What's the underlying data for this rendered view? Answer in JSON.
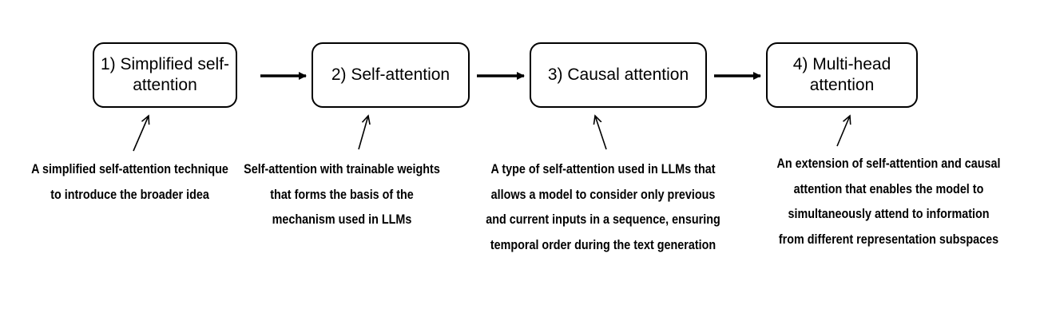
{
  "stages": [
    {
      "label": "1) Simplified self-attention",
      "description": "A simplified self-attention technique to introduce the broader idea"
    },
    {
      "label": "2) Self-attention",
      "description": "Self-attention with trainable weights that forms the basis of the mechanism used in LLMs"
    },
    {
      "label": "3) Causal attention",
      "description": "A type of self-attention used in LLMs that allows a model to consider only previous and current inputs in a sequence, ensuring temporal order during the text generation"
    },
    {
      "label": "4) Multi-head attention",
      "description": "An extension of self-attention and causal attention that enables the model to simultaneously attend to information from different representation subspaces"
    }
  ]
}
